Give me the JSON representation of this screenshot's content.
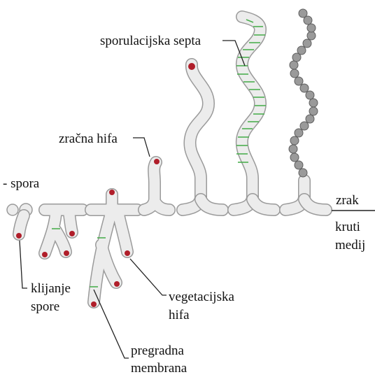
{
  "labels": {
    "sporulation_septa": "sporulacijska septa",
    "aerial_hypha": "zračna hifa",
    "spore": "- spora",
    "air": "zrak",
    "solid_medium_line1": "kruti",
    "solid_medium_line2": "medij",
    "germination_line1": "klijanje",
    "germination_line2": "spore",
    "vegetative_hypha_line1": "vegetacijska",
    "vegetative_hypha_line2": "hifa",
    "septum_membrane_line1": "pregradna",
    "septum_membrane_line2": "membrana"
  },
  "colors": {
    "hypha_fill": "#ececec",
    "hypha_outline": "#9a9a9a",
    "tip": "#b01e2a",
    "septum": "#4caf50",
    "spore_chain": "#9a9a9a",
    "text": "#111111"
  }
}
